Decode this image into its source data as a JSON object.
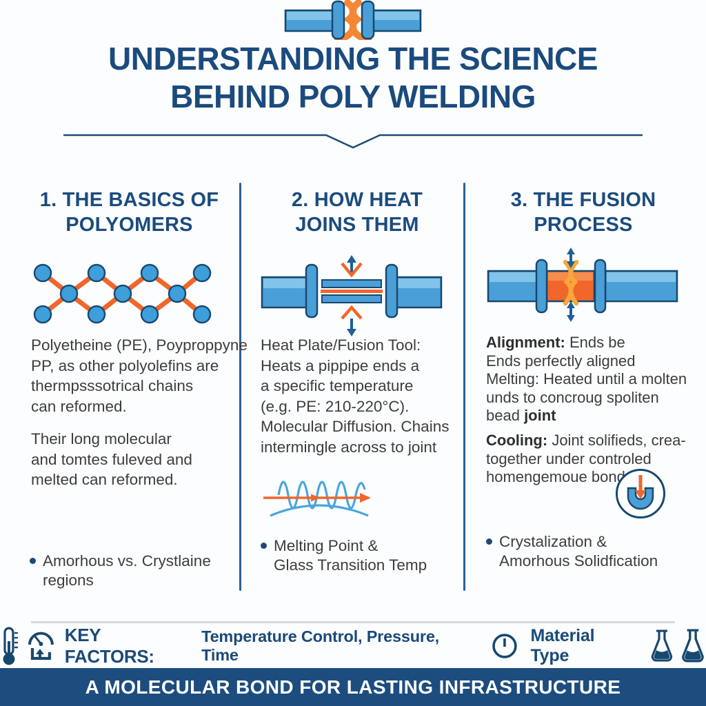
{
  "header": {
    "icon": "pipe-weld-icon",
    "title": "UNDERSTANDING THE SCIENCE\nBEHIND POLY WELDING"
  },
  "columns": [
    {
      "heading": "1. THE BASICS OF\nPOLYOMERS",
      "diagram_icon": "polymer-chain-icon",
      "paragraphs": [
        {
          "text": "Polyetheine (PE), Poyproppyne\nPP, as other polyolefins are\nthermpsssotrical chains\ncan reformed."
        },
        {
          "text": "Their long molecular\nand tomtes fuleved and\nmelted can reformed."
        }
      ],
      "bullet": "Amorhous vs. Crystlaine\nregions"
    },
    {
      "heading": "2. HOW HEAT\nJOINS THEM",
      "diagram_icon": "heat-plate-fusion-tool-icon",
      "paragraphs": [
        {
          "text": "Heat Plate/Fusion Tool:\nHeats a pippipe ends a\na specific temperature\n(e.g. PE: 210-220°C)."
        },
        {
          "text": "Molecular Diffusion. Chains\nintermingle across to joint"
        }
      ],
      "wave_icon": "molecular-diffusion-wave-icon",
      "bullet": "Melting Point &\nGlass Transition Temp"
    },
    {
      "heading": "3. THE FUSION\nPROCESS",
      "diagram_icon": "fusion-joint-icon",
      "paragraphs": [
        {
          "label": "Alignment:",
          "text": " Ends be\nEnds perfectly aligned\nMelting: Heated until a molten\nunds to concroug spoliten\nbead ",
          "bold_suffix": "joint"
        },
        {
          "label": "Cooling:",
          "text": " Joint solifieds, crea-\ntogether under controled\nhomengemoue bond."
        }
      ],
      "cooling_icon": "cooling-mold-icon",
      "bullet": "Crystalization &\nAmorhous Solidfication"
    }
  ],
  "footer": {
    "icons_left": [
      "thermometer-icon",
      "pressure-gauge-icon"
    ],
    "key_factors_label": "KEY FACTORS:",
    "key_factors_text": "Temperature Control, Pressure, Time",
    "clock_icon": "clock-icon",
    "material_type_label": "Material Type",
    "icons_right": [
      "flask-icon",
      "flask-icon"
    ],
    "tagline": "A MOLECULAR BOND FOR LASTING INFRASTRUCTURE"
  },
  "colors": {
    "navy": "#1b4b7d",
    "divider_blue": "#2a6099",
    "pipe_blue": "#4b9fd7",
    "pipe_blue_light": "#82c4e9",
    "orange": "#f1662a",
    "flame_orange": "#f9a63a",
    "body_text": "#3d3d3d",
    "bottom_bar": "#1d4d7e"
  }
}
